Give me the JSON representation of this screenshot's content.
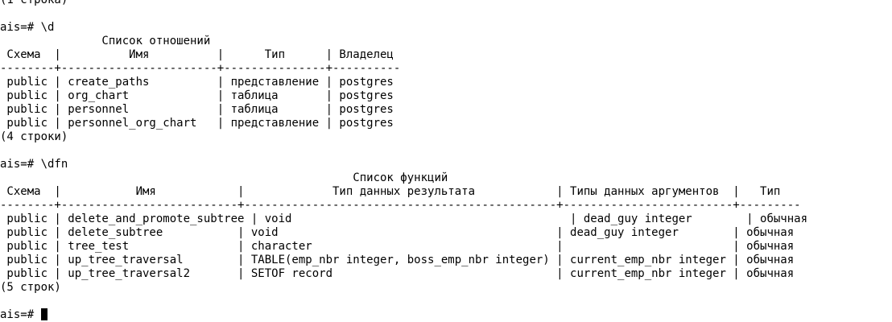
{
  "terminal": {
    "prev_tail": "(1 строка)",
    "cmd1": "ais=# \\d",
    "rel_title": "               Список отношений",
    "rel_header": " Схема  |          Имя          |      Тип      | Владелец",
    "rel_sep": "--------+-----------------------+---------------+----------",
    "rel_rows": [
      " public | create_paths          | представление | postgres",
      " public | org_chart             | таблица       | postgres",
      " public | personnel             | таблица       | postgres",
      " public | personnel_org_chart   | представление | postgres"
    ],
    "rel_footer": "(4 строки)",
    "cmd2": "ais=# \\dfn",
    "fn_title": "                                                    Список функций",
    "fn_header": " Схема  |           Имя            |             Тип данных результата            | Типы данных аргументов  |   Тип",
    "fn_sep": "--------+--------------------------+----------------------------------------------+-------------------------+---------",
    "fn_rows": [
      " public | delete_and_promote_subtree | void                                         | dead_guy integer        | обычная",
      " public | delete_subtree           | void                                         | dead_guy integer        | обычная",
      " public | tree_test                | character                                    |                         | обычная",
      " public | up_tree_traversal        | TABLE(emp_nbr integer, boss_emp_nbr integer) | current_emp_nbr integer | обычная",
      " public | up_tree_traversal2       | SETOF record                                 | current_emp_nbr integer | обычная"
    ],
    "fn_footer": "(5 строк)",
    "prompt": "ais=# "
  }
}
